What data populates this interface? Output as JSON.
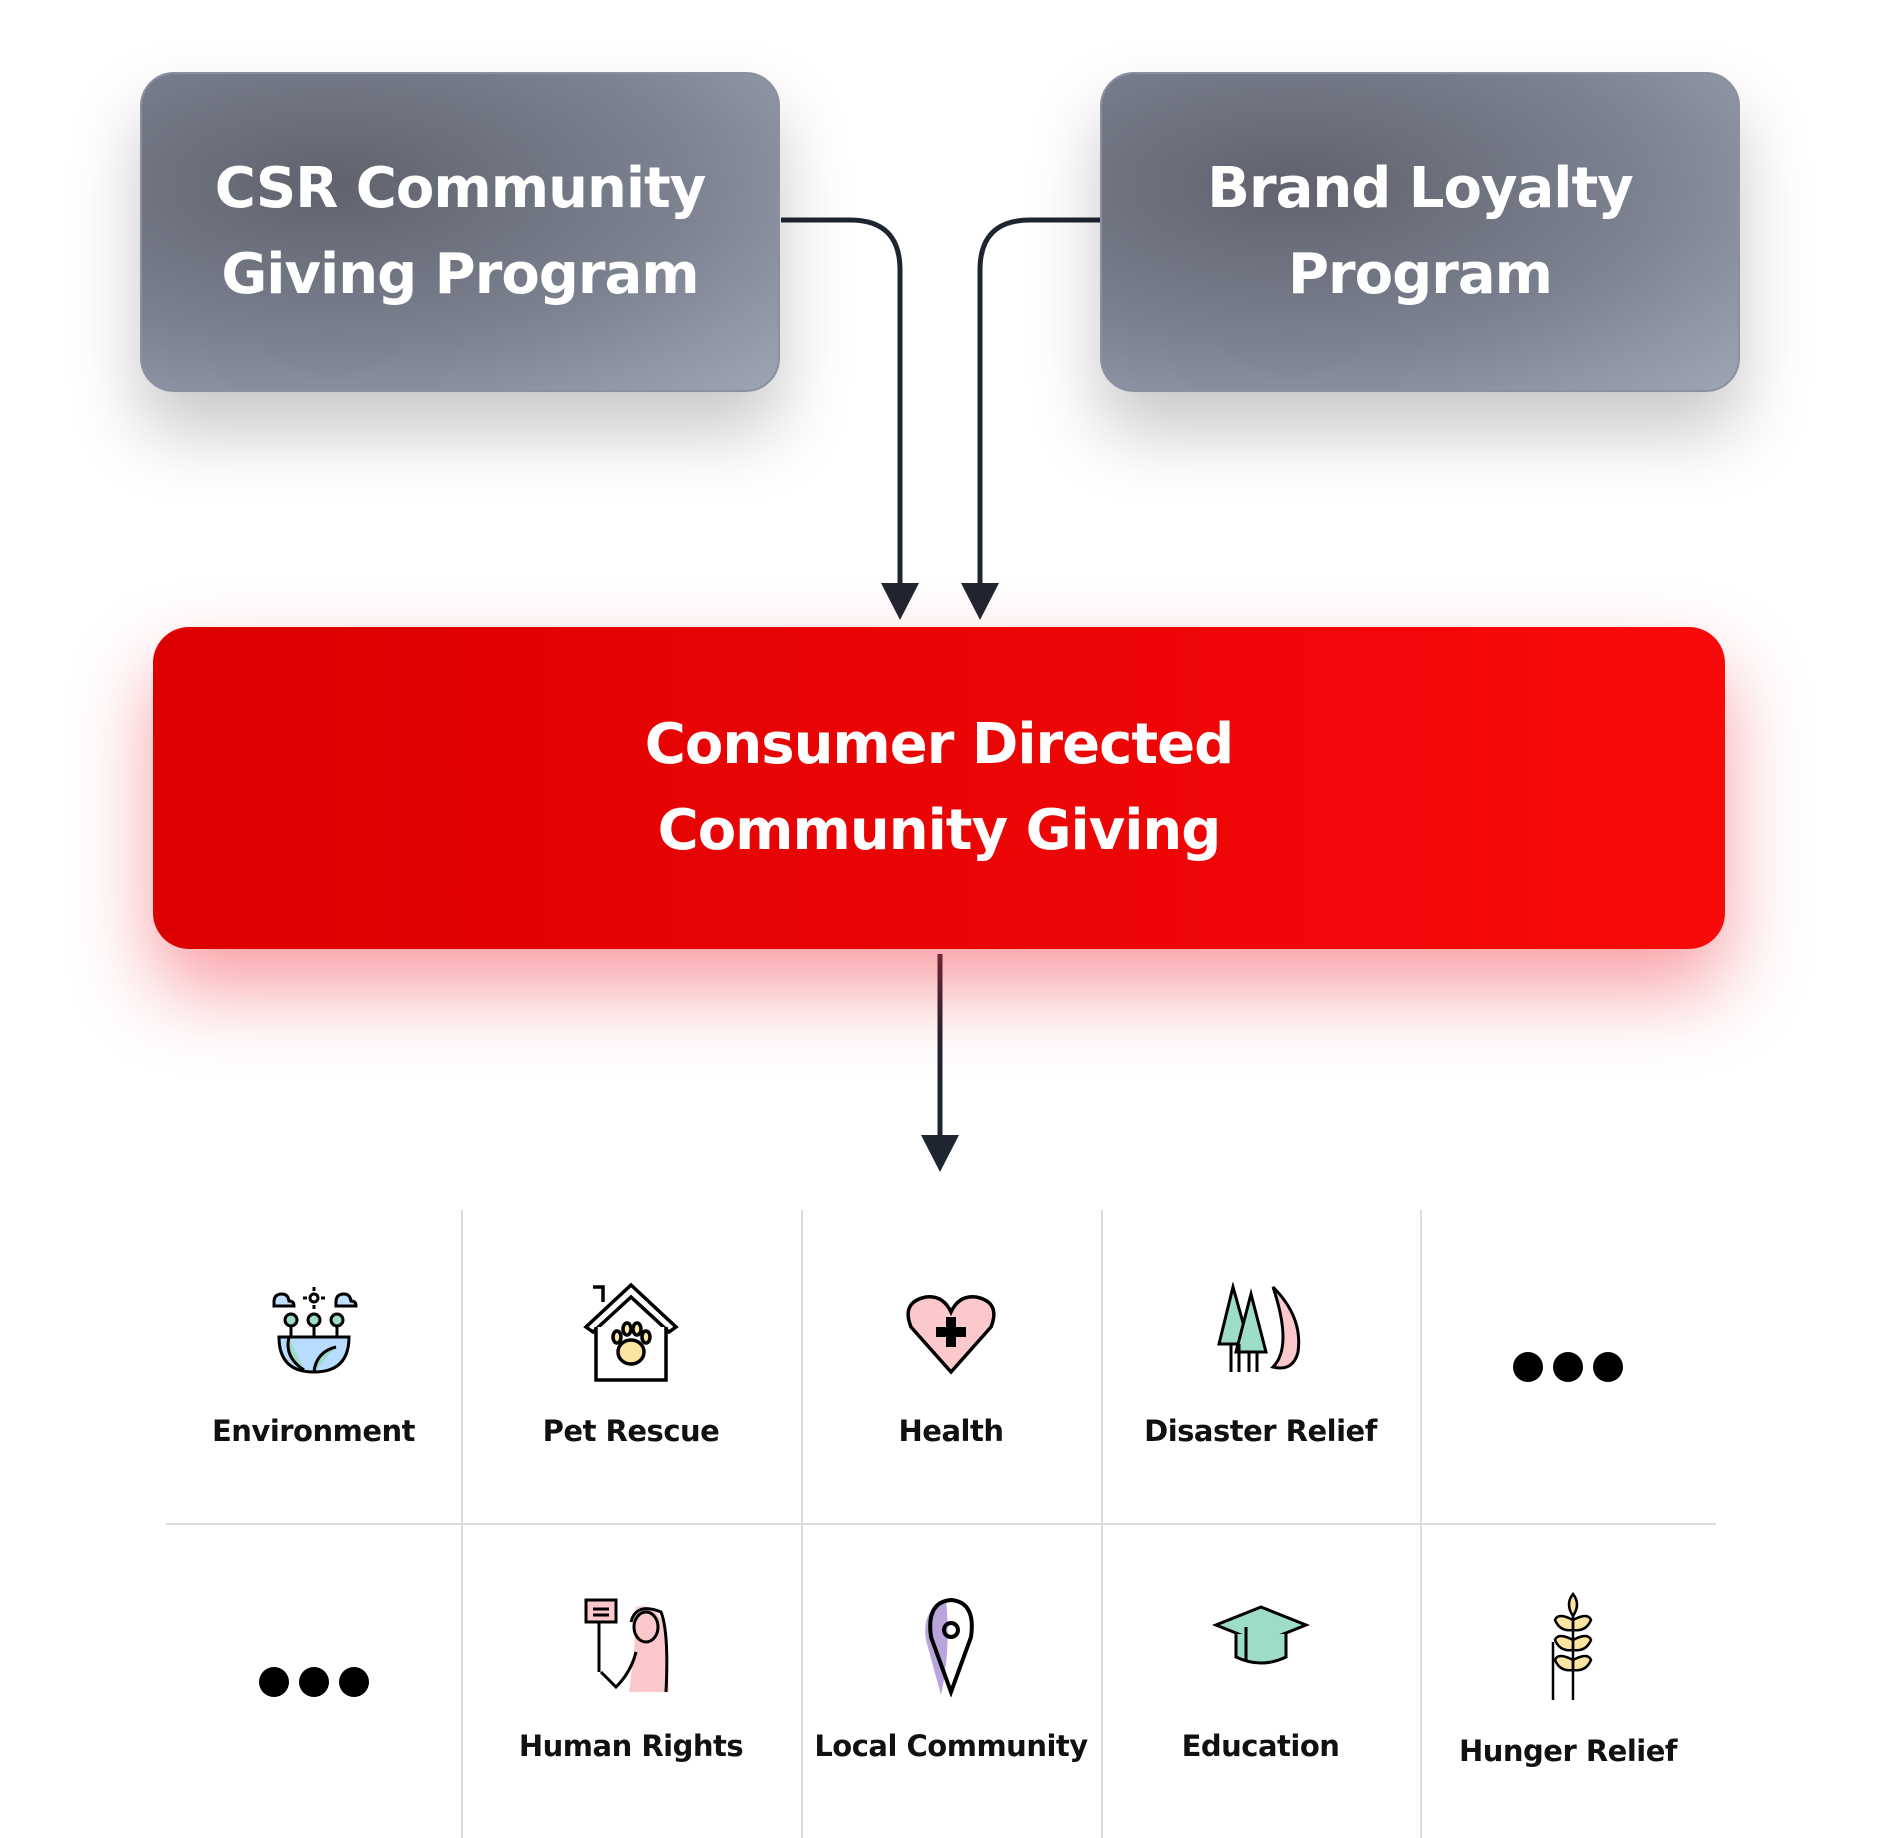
{
  "sources": [
    {
      "label": "CSR Community Giving Program"
    },
    {
      "label": "Brand Loyalty Program"
    }
  ],
  "main": {
    "line1": "Consumer Directed",
    "line2": "Community Giving"
  },
  "colors": {
    "main": "#e60000",
    "source": "#7c8190",
    "arrow": "#1f2530"
  },
  "causes": [
    {
      "label": "Environment",
      "icon": "earth-trees-icon"
    },
    {
      "label": "Pet Rescue",
      "icon": "pet-house-icon"
    },
    {
      "label": "Health",
      "icon": "heart-cross-icon"
    },
    {
      "label": "Disaster Relief",
      "icon": "forest-fire-icon"
    },
    {
      "label": "",
      "icon": "more-dots-icon"
    },
    {
      "label": "",
      "icon": "more-dots-icon"
    },
    {
      "label": "Human Rights",
      "icon": "protester-icon"
    },
    {
      "label": "Local Community",
      "icon": "location-pin-icon"
    },
    {
      "label": "Education",
      "icon": "graduation-cap-icon"
    },
    {
      "label": "Hunger Relief",
      "icon": "wheat-icon"
    }
  ]
}
